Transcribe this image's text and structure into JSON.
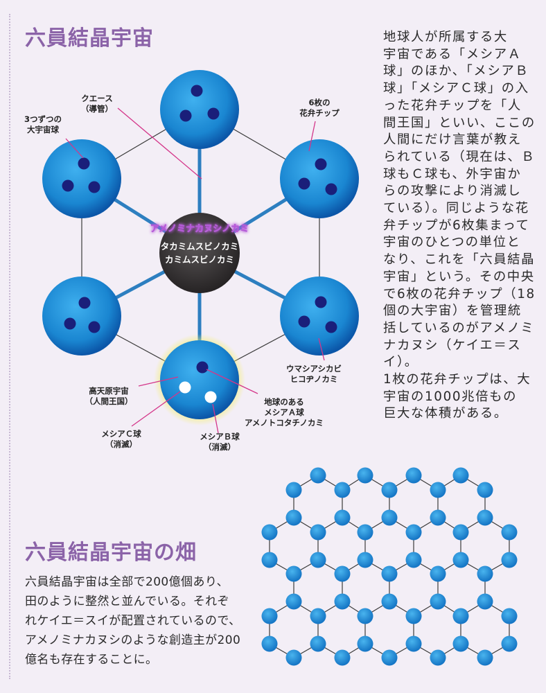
{
  "title": "六員結晶宇宙",
  "description_lines": [
    "地球人が所属する大",
    "宇宙である「メシアＡ",
    "球」のほか、「メシアＢ",
    "球」「メシアＣ球」の入",
    "った花弁チップを「人",
    "間王国」といい、ここの",
    "人間にだけ言葉が教え",
    "られている（現在は、Ｂ",
    "球もＣ球も、外宇宙か",
    "らの攻撃により消滅し",
    "ている）。同じような花",
    "弁チップが6枚集まって",
    "宇宙のひとつの単位と",
    "なり、これを「六員結晶",
    "宇宙」という。その中央",
    "で6枚の花弁チップ（18",
    "個の大宇宙）を管理統",
    "括しているのがアメノミ",
    "ナカヌシ（ケイエ＝スイ）。",
    "1枚の花弁チップは、大",
    "宇宙の1000兆倍もの",
    "巨大な体積がある。"
  ],
  "diagram": {
    "center_names": [
      "アメノミナカヌシノカミ",
      "タカミムスビノカミ",
      "カミムスビノカミ"
    ],
    "callouts": {
      "kuesu": [
        "クエース",
        "（導管）"
      ],
      "three_spheres": [
        "3つずつの",
        "大宇宙球"
      ],
      "six_chips": [
        "6枚の",
        "花弁チップ"
      ],
      "umashiashikabi": [
        "ウマシアシカビ",
        "ヒコヂノカミ"
      ],
      "takamagahara": [
        "高天原宇宙",
        "（人間王国）"
      ],
      "earth": [
        "地球のある",
        "メシアＡ球",
        "アメノトコタチノカミ"
      ],
      "messiah_c": [
        "メシアＣ球",
        "（消滅）"
      ],
      "messiah_b": [
        "メシアＢ球",
        "（消滅）"
      ]
    },
    "colors": {
      "sphere": "#1f8fd6",
      "sphere_dark": "#0a4fa0",
      "dot": "#1a1f7a",
      "conduit": "#2d7fc0",
      "center": "#333333",
      "highlight_glow": "#f2ee74",
      "callout_line": "#d4368a"
    }
  },
  "field": {
    "title": "六員結晶宇宙の畑",
    "lines": [
      "六員結晶宇宙は全部で200億個あり、",
      "田のように整然と並んでいる。それぞ",
      "れケイエ＝スイが配置されているので、",
      "アメノミナカヌシのような創造主が200",
      "億名も存在することに。"
    ]
  }
}
